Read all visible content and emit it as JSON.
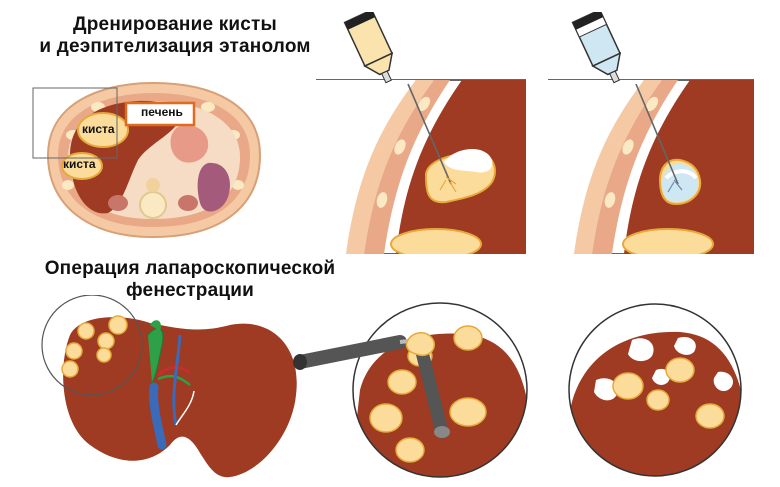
{
  "section1": {
    "title_line1": "Дренирование кисты",
    "title_line2": "и деэпителизация этанолом"
  },
  "section2": {
    "title_line1": "Операция лапароскопической",
    "title_line2": "фенестрации"
  },
  "labels": {
    "liver": "печень",
    "cyst_1": "киста",
    "cyst_2": "киста"
  },
  "colors": {
    "liver": "#9e3b22",
    "cyst": "#fbdc9a",
    "cyst_border": "#e7a93a",
    "liver_label_border": "#e06a1e",
    "syringe_ethanol": "#cfe6f3",
    "syringe_aspirate": "#fbe3ad",
    "instrument": "#555555"
  }
}
